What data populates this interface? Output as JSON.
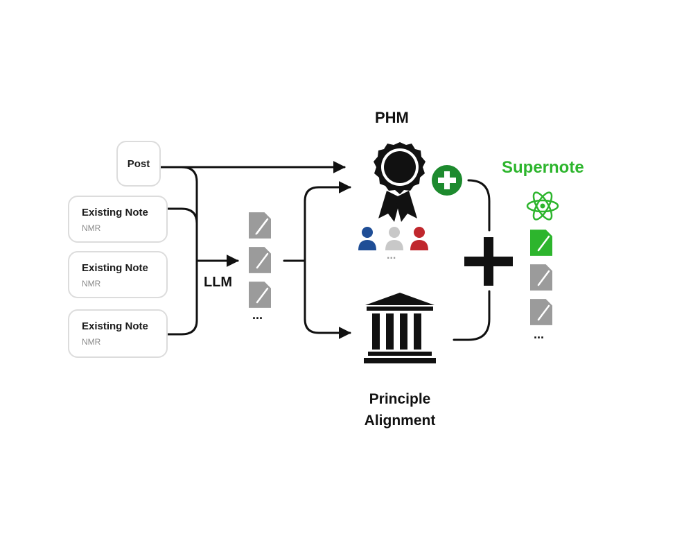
{
  "inputs": {
    "post": {
      "label": "Post"
    },
    "notes": [
      {
        "title": "Existing Note",
        "status": "NMR"
      },
      {
        "title": "Existing Note",
        "status": "NMR"
      },
      {
        "title": "Existing Note",
        "status": "NMR"
      }
    ]
  },
  "llm": {
    "label": "LLM",
    "ellipsis": "..."
  },
  "phm": {
    "label": "PHM",
    "ellipsis": "...",
    "rater_colors": [
      "#1f4e96",
      "#c8c8c8",
      "#c0272d"
    ]
  },
  "principle": {
    "label_line1": "Principle",
    "label_line2": "Alignment"
  },
  "supernote": {
    "label": "Supernote",
    "ellipsis": "..."
  },
  "colors": {
    "accent_green": "#2db52d",
    "plus_green": "#1d8a2e",
    "doc_gray": "#9b9b9b",
    "ink": "#111111"
  }
}
